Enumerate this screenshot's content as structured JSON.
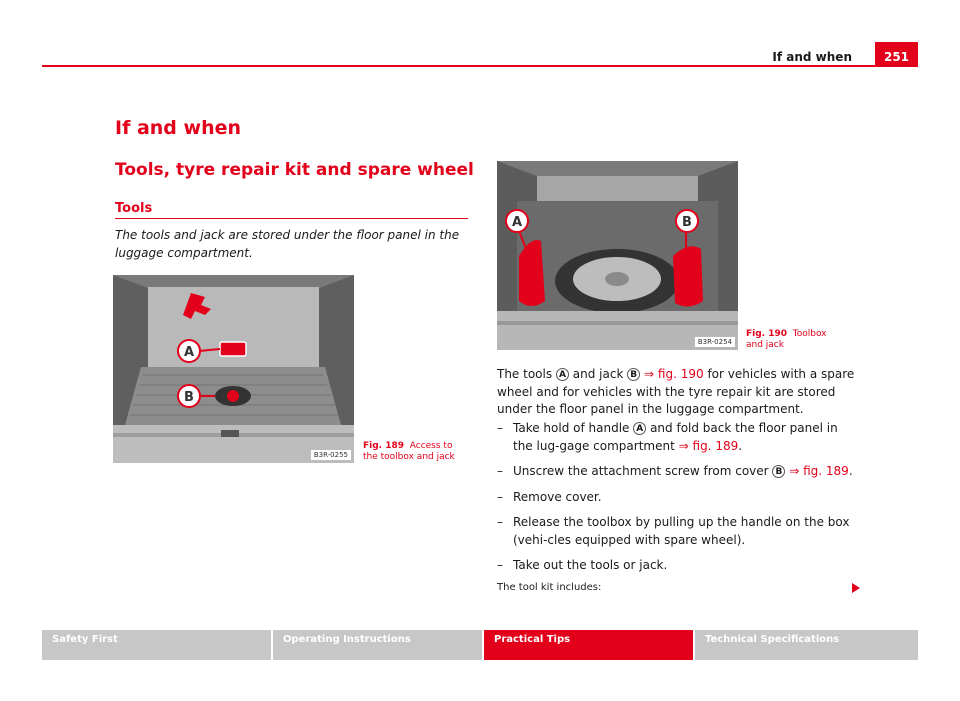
{
  "header": {
    "running_head": "If and when",
    "page_number": "251"
  },
  "section": {
    "title": "If and when",
    "subtitle": "Tools, tyre repair kit and spare wheel",
    "heading": "Tools"
  },
  "intro": "The tools and jack are stored under the floor panel in the luggage compartment.",
  "figures": {
    "fig189": {
      "code": "B3R-0255",
      "caption_num": "Fig. 189",
      "caption_text": "Access to the toolbox and jack",
      "label_a": "A",
      "label_b": "B"
    },
    "fig190": {
      "code": "B3R-0254",
      "caption_num": "Fig. 190",
      "caption_text": "Toolbox and jack",
      "label_a": "A",
      "label_b": "B"
    }
  },
  "body": {
    "para_1": "The tools",
    "para_2": "and jack",
    "para_ref": "⇒ fig. 190",
    "para_3": "for vehicles with a spare wheel and for vehicles with the tyre repair kit are stored under the floor panel in the luggage compartment.",
    "badge_a": "A",
    "badge_b": "B"
  },
  "steps": {
    "dash": "–",
    "s1_a": "Take hold of handle",
    "s1_b": "and fold back the floor panel in the lug-gage compartment",
    "s1_ref": "⇒ fig. 189",
    "s1_end": ".",
    "s2_a": "Unscrew the attachment screw from cover",
    "s2_ref": "⇒ fig. 189",
    "s2_end": ".",
    "s3": "Remove cover.",
    "s4": "Release the toolbox by pulling up the handle on the box (vehi-cles equipped with spare wheel).",
    "s5": "Take out the tools or jack."
  },
  "tool_kit": "The tool kit includes:",
  "footer": {
    "tabs": [
      {
        "label": "Safety First"
      },
      {
        "label": "Operating Instructions"
      },
      {
        "label": "Practical Tips"
      },
      {
        "label": "Technical Specifications"
      }
    ]
  },
  "colors": {
    "accent": "#e2001a",
    "footer_inactive": "#c7c7c7"
  }
}
